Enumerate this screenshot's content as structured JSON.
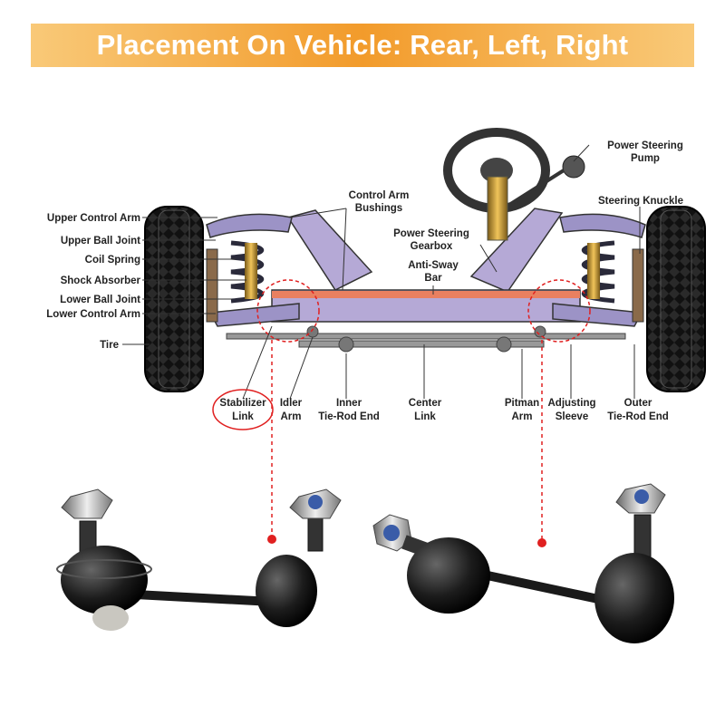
{
  "banner": {
    "title": "Placement On Vehicle: Rear, Left, Right"
  },
  "labels": {
    "upper_control_arm": "Upper Control Arm",
    "upper_ball_joint": "Upper Ball Joint",
    "coil_spring": "Coil Spring",
    "shock_absorber": "Shock Absorber",
    "lower_ball_joint": "Lower Ball Joint",
    "lower_control_arm": "Lower Control Arm",
    "tire": "Tire",
    "control_arm_bushings_1": "Control Arm",
    "control_arm_bushings_2": "Bushings",
    "power_steering_pump_1": "Power Steering",
    "power_steering_pump_2": "Pump",
    "steering_knuckle": "Steering Knuckle",
    "power_steering_gearbox_1": "Power Steering",
    "power_steering_gearbox_2": "Gearbox",
    "anti_sway_bar_1": "Anti-Sway",
    "anti_sway_bar_2": "Bar",
    "stabilizer_link_1": "Stabilizer",
    "stabilizer_link_2": "Link",
    "idler_arm_1": "Idler",
    "idler_arm_2": "Arm",
    "inner_tie_rod_end_1": "Inner",
    "inner_tie_rod_end_2": "Tie-Rod End",
    "center_link_1": "Center",
    "center_link_2": "Link",
    "pitman_arm_1": "Pitman",
    "pitman_arm_2": "Arm",
    "adjusting_sleeve_1": "Adjusting",
    "adjusting_sleeve_2": "Sleeve",
    "outer_tie_rod_end_1": "Outer",
    "outer_tie_rod_end_2": "Tie-Rod End"
  },
  "colors": {
    "highlight": "#e02020",
    "frame": "#b5a9d6",
    "banner": "#f29b2b"
  }
}
